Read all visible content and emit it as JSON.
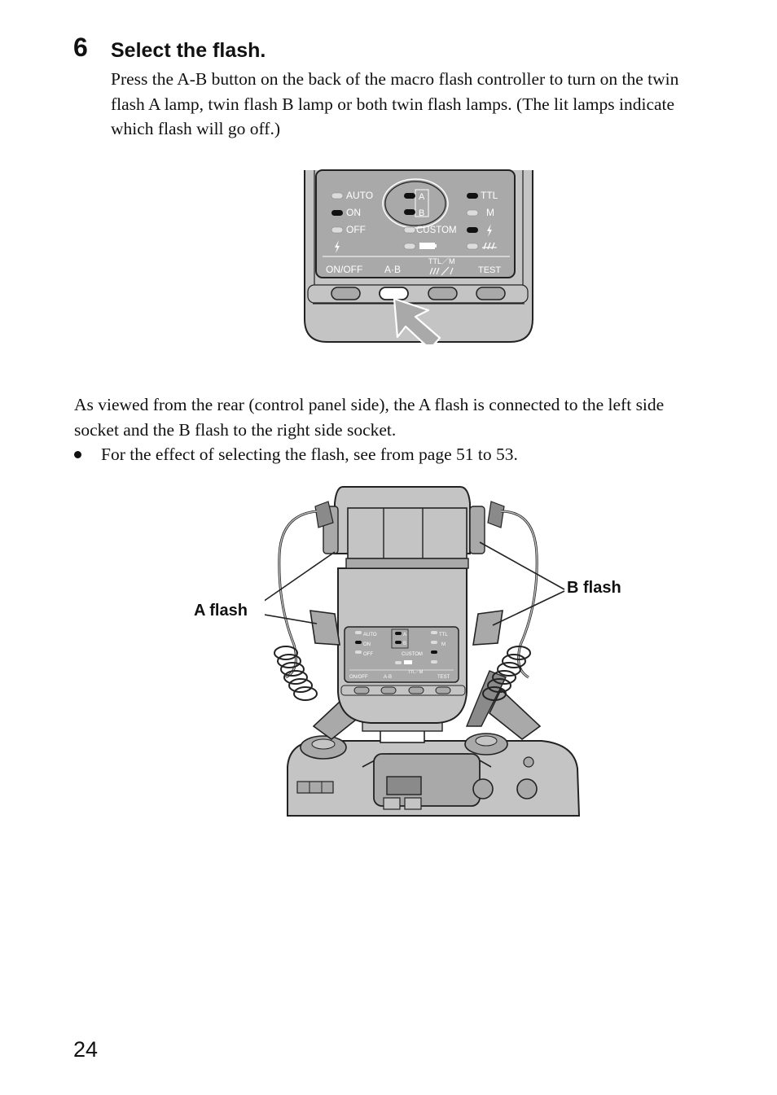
{
  "step": {
    "number": "6",
    "title": "Select the flash.",
    "body": "Press the A-B button on the back of the macro flash controller to turn on the twin flash A lamp, twin flash B lamp or both twin flash lamps. (The lit lamps indicate which flash will go off.)"
  },
  "panel": {
    "labels": {
      "auto": "AUTO",
      "on": "ON",
      "off": "OFF",
      "a": "A",
      "b": "B",
      "custom": "CUSTOM",
      "ttl": "TTL",
      "m": "M",
      "onoff": "ON/OFF",
      "ab": "A·B",
      "ttlm": "TTL／M",
      "test": "TEST"
    }
  },
  "description": "As viewed from the rear (control panel side), the A flash is connected to the left side socket and the B flash to the right side socket.",
  "bullet": "For the effect of selecting the flash, see from page 51 to 53.",
  "callouts": {
    "a_flash": "A flash",
    "b_flash": "B flash"
  },
  "page_number": "24",
  "colors": {
    "panel": "#a9a9a9",
    "body": "#c4c4c4",
    "outline": "#222222",
    "lamp_lit": "#111111",
    "lamp_off": "#dcdcdc"
  }
}
